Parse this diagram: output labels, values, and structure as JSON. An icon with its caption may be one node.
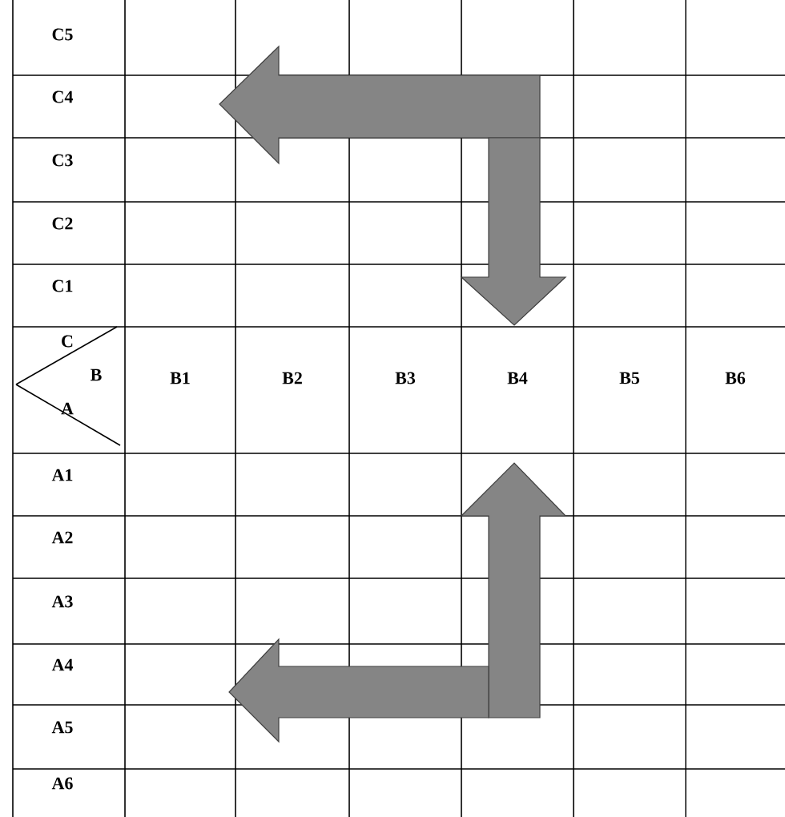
{
  "diagram": {
    "labels": [
      "C5",
      "C4",
      "C3",
      "C2",
      "C1",
      "C",
      "B",
      "A",
      "B1",
      "B2",
      "B3",
      "B4",
      "B5",
      "B6",
      "A1",
      "A2",
      "A3",
      "A4",
      "A5",
      "A6"
    ]
  }
}
